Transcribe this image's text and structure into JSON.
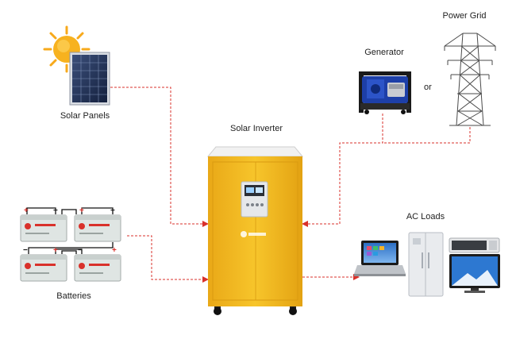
{
  "labels": {
    "solar_panels": "Solar Panels",
    "solar_inverter": "Solar Inverter",
    "generator": "Generator",
    "or": "or",
    "power_grid": "Power Grid",
    "batteries": "Batteries",
    "ac_loads": "AC Loads"
  },
  "colors": {
    "flow_line": "#d9312b",
    "inverter_body": "#f2b41c",
    "inverter_top": "#f4f4f4",
    "panel_frame": "#1d2a4a",
    "battery_case": "#dfe5e3",
    "sun": "#f7a91b"
  },
  "icons": {
    "solar_panel": "solar-panel-icon",
    "sun": "sun-icon",
    "generator": "generator-icon",
    "power_grid": "power-tower-icon",
    "battery": "battery-icon",
    "inverter": "inverter-icon",
    "laptop": "laptop-icon",
    "refrigerator": "refrigerator-icon",
    "microwave": "microwave-icon",
    "tv": "tv-icon"
  }
}
